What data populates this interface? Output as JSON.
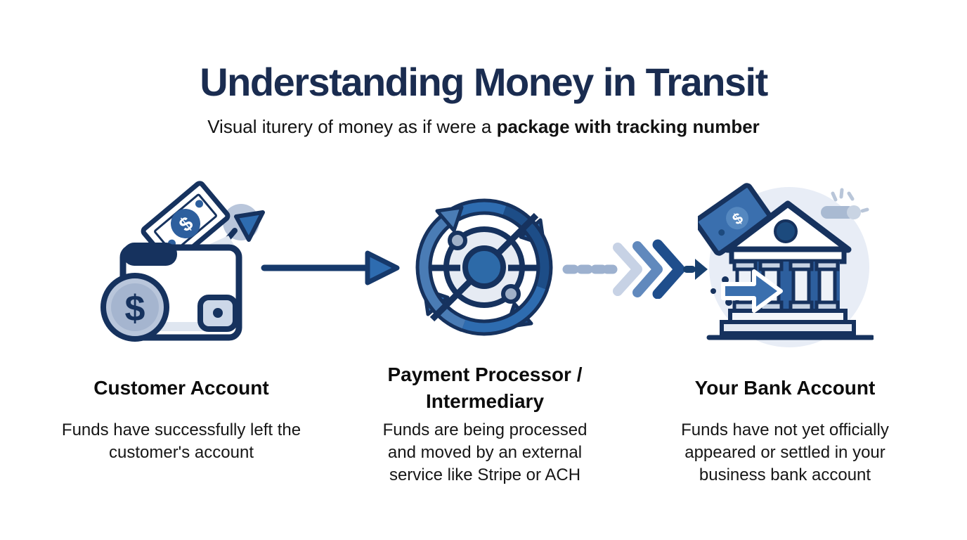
{
  "header": {
    "title": "Understanding Money in Transit",
    "subtitle": {
      "regular": "Visual iturery of money as if were a",
      "bold": "package with tracking number"
    }
  },
  "stages": [
    {
      "name": "Customer Account",
      "description": "Funds have successfully left the customer's account",
      "icon": "wallet-money-out-icon"
    },
    {
      "name": "Payment Processor / Intermediary",
      "description": "Funds are being processed and moved by an external service like Stripe or ACH",
      "icon": "processing-cycle-icon"
    },
    {
      "name": "Your Bank Account",
      "description": "Funds have not yet officially appeared or settled in your business bank account",
      "icon": "bank-building-icon"
    }
  ],
  "connectors": [
    {
      "type": "solid-arrow",
      "from": "Customer Account",
      "to": "Payment Processor / Intermediary"
    },
    {
      "type": "dashed-chevron-arrow",
      "from": "Payment Processor / Intermediary",
      "to": "Your Bank Account"
    }
  ],
  "icon_glyphs": {
    "currency_symbol": "$"
  },
  "colors": {
    "title_navy": "#1a2c50",
    "icon_navy": "#16325e",
    "icon_blue": "#2e6cb0",
    "icon_light_blue": "#b9c6db",
    "icon_pale_circle": "#e8edf6",
    "text_black": "#161616"
  }
}
